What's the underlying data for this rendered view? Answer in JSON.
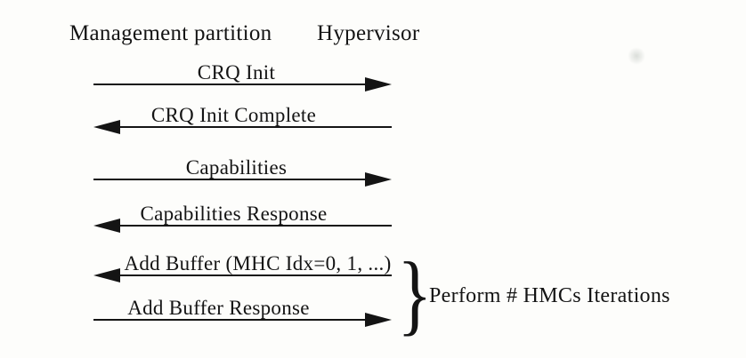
{
  "colors": {
    "ink": "#141414",
    "background": "#fdfdfb"
  },
  "diagram": {
    "type": "message-sequence",
    "actors": {
      "left": "Management partition",
      "right": "Hypervisor"
    },
    "messages": [
      {
        "label": "CRQ Init",
        "direction": "right"
      },
      {
        "label": "CRQ Init Complete",
        "direction": "left"
      },
      {
        "label": "Capabilities",
        "direction": "right"
      },
      {
        "label": "Capabilities Response",
        "direction": "left"
      },
      {
        "label": "Add Buffer (MHC Idx=0, 1, ...)",
        "direction": "left"
      },
      {
        "label": "Add Buffer Response",
        "direction": "right"
      }
    ],
    "group_annotation": {
      "brace_glyph": "}",
      "label": "Perform # HMCs Iterations"
    }
  }
}
